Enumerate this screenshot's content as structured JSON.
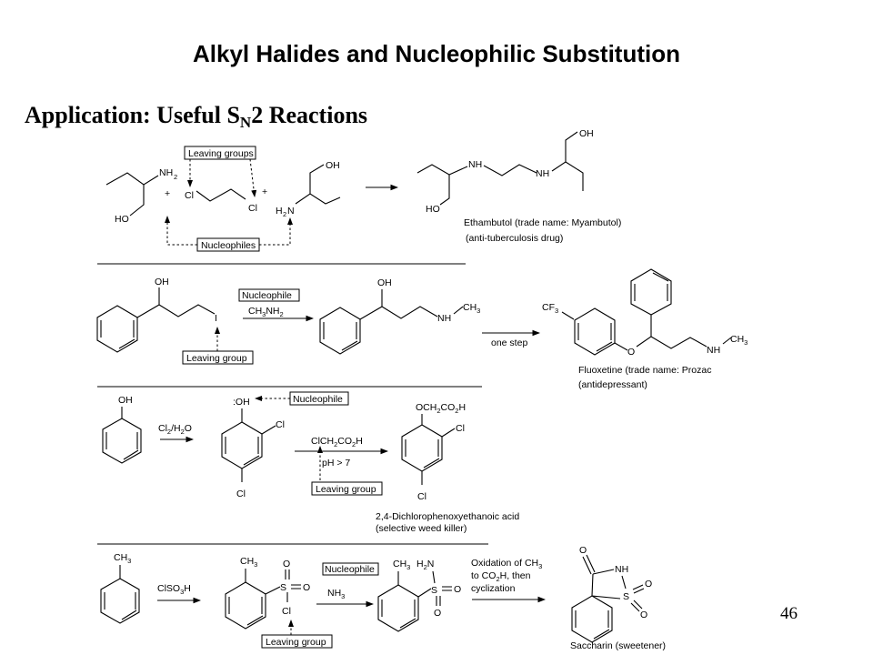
{
  "title": "Alkyl Halides and Nucleophilic Substitution",
  "subtitle": {
    "prefix": "Application: Useful S",
    "sub": "N",
    "suffix": "2 Reactions"
  },
  "page_number": "46",
  "row1": {
    "leaving_groups_box": "Leaving groups",
    "nucleophiles_box": "Nucleophiles",
    "plus": "+",
    "atoms": {
      "nh": "NH",
      "nh_sub": "2",
      "oh": "OH",
      "ho": "HO",
      "cl": "Cl",
      "h2n_h": "H",
      "h2n_sub": "2",
      "h2n_n": "N"
    },
    "product_atoms": {
      "nh": "NH",
      "oh": "OH",
      "ho": "HO"
    },
    "product_name": "Ethambutol (trade name: Myambutol)",
    "product_use": "(anti-tuberculosis drug)"
  },
  "row2": {
    "nucleophile_box": "Nucleophile",
    "reagent_main": "CH",
    "reagent_sub1": "3",
    "reagent_mid": "NH",
    "reagent_sub2": "2",
    "leaving_group_box": "Leaving group",
    "atoms": {
      "oh": "OH",
      "i": "I",
      "nh": "NH",
      "ch": "CH",
      "ch_sub": "3",
      "cf": "CF",
      "cf_sub": "3",
      "o": "O"
    },
    "step_label": "one step",
    "product_name": "Fluoxetine (trade name: Prozac",
    "product_use": "(antidepressant)"
  },
  "row3": {
    "atoms": {
      "oh": "OH",
      "oh_lone": ":OH",
      "cl": "Cl"
    },
    "reagent1_a": "Cl",
    "reagent1_sub1": "2",
    "reagent1_b": "/H",
    "reagent1_sub2": "2",
    "reagent1_c": "O",
    "nucleophile_box": "Nucleophile",
    "reagent2_a": "ClCH",
    "reagent2_sub1": "2",
    "reagent2_b": "CO",
    "reagent2_sub2": "2",
    "reagent2_c": "H",
    "condition": "pH > 7",
    "leaving_group_box": "Leaving group",
    "product_group_a": "OCH",
    "product_group_sub1": "2",
    "product_group_b": "CO",
    "product_group_sub2": "2",
    "product_group_c": "H",
    "product_name": "2,4-Dichlorophenoxyethanoic acid",
    "product_use": "(selective weed killer)"
  },
  "row4": {
    "atoms": {
      "ch": "CH",
      "ch_sub": "3",
      "s": "S",
      "o": "O",
      "cl": "Cl",
      "h2n_h": "H",
      "h2n_sub": "2",
      "h2n_n": "N",
      "nh": "NH"
    },
    "reagent1_a": "ClSO",
    "reagent1_sub": "3",
    "reagent1_b": "H",
    "nucleophile_box": "Nucleophile",
    "reagent2_a": "NH",
    "reagent2_sub": "3",
    "leaving_group_box": "Leaving group",
    "step_line1_a": "Oxidation of CH",
    "step_line1_sub": "3",
    "step_line2_a": "to CO",
    "step_line2_sub": "2",
    "step_line2_b": "H, then",
    "step_line3": "cyclization",
    "product_name": "Saccharin (sweetener)"
  }
}
